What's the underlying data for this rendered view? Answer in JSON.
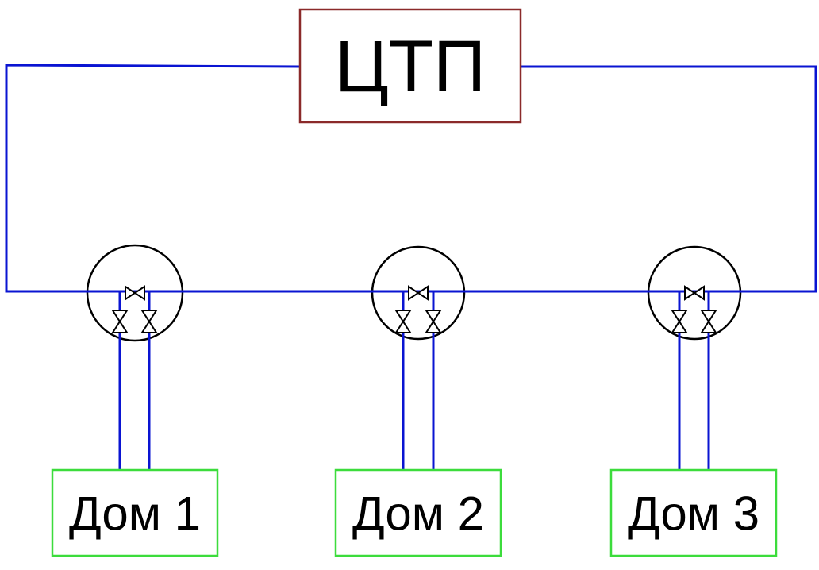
{
  "colors": {
    "pipe": "#0a14d2",
    "ctp_border": "#8b2a2a",
    "house_border": "#3cdc3c",
    "outline": "#000000",
    "text": "#000000"
  },
  "ctp": {
    "label": "ЦТП"
  },
  "houses": [
    {
      "label": "Дом 1"
    },
    {
      "label": "Дом 2"
    },
    {
      "label": "Дом 3"
    }
  ],
  "icons": {
    "valve": "gate-valve-icon"
  }
}
